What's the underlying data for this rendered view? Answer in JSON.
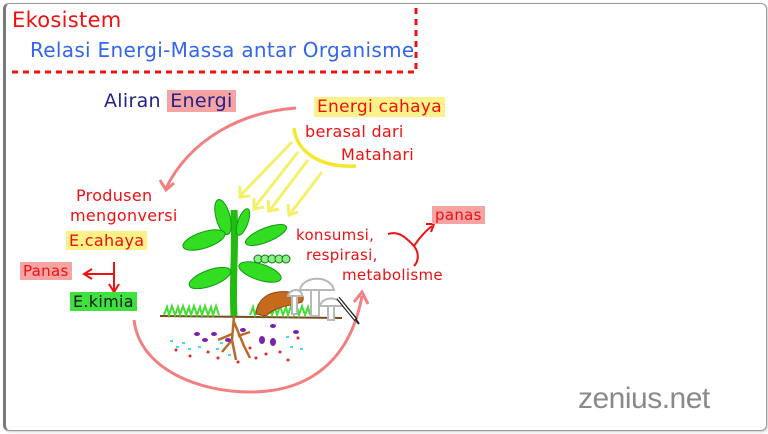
{
  "header": {
    "title": "Ekosistem",
    "subtitle": "Relasi Energi-Massa antar Organisme"
  },
  "diagram": {
    "heading_prefix": "Aliran",
    "heading_highlight": "Energi",
    "sun_label": "Energi cahaya",
    "sun_note_line1": "berasal dari",
    "sun_note_line2": "Matahari",
    "producer_line1": "Produsen",
    "producer_line2": "mengonversi",
    "light_energy": "E.cahaya",
    "heat_left": "Panas",
    "chemical_energy": "E.kimia",
    "consumer_line1": "konsumsi,",
    "consumer_line2": "respirasi,",
    "consumer_line3": "metabolisme",
    "heat_right": "panas"
  },
  "colors": {
    "title_red": "#ee1111",
    "subtitle_blue": "#3366ee",
    "heading_navy": "#22238a",
    "highlight_yellow": "#fbf38a",
    "highlight_pink": "#f6a3a3",
    "highlight_green": "#3ee23e",
    "arrow_pink": "#f28080",
    "sun_ray_yellow": "#f5f06a",
    "plant_green": "#33dd22"
  },
  "branding": {
    "logo": "zenius.net"
  }
}
